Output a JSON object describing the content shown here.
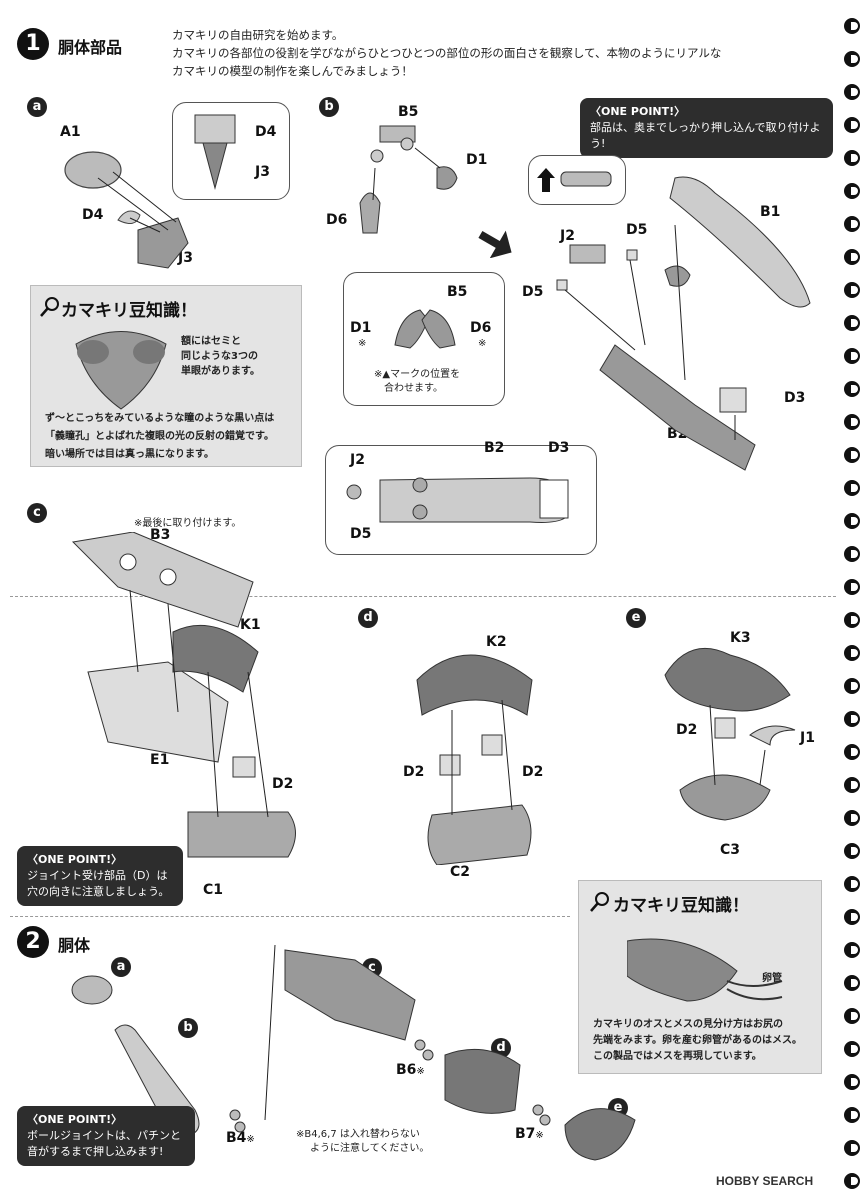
{
  "step1": {
    "num": "1",
    "title": "胴体部品"
  },
  "intro": [
    "カマキリの自由研究を始めます。",
    "カマキリの各部位の役割を学びながらひとつひとつの部位の形の面白さを観察して、本物のようにリアルな",
    "カマキリの模型の制作を楽しんでみましょう！"
  ],
  "sub": {
    "a": "a",
    "b": "b",
    "c": "c",
    "d": "d",
    "e": "e"
  },
  "labels": {
    "A1": "A1",
    "D4": "D4",
    "J3": "J3",
    "B5": "B5",
    "D1": "D1",
    "D6": "D6",
    "J2": "J2",
    "D5": "D5",
    "B1": "B1",
    "D3": "D3",
    "B2": "B2",
    "B3": "B3",
    "K1": "K1",
    "E1": "E1",
    "D2": "D2",
    "C1": "C1",
    "K2": "K2",
    "C2": "C2",
    "K3": "K3",
    "J1": "J1",
    "C3": "C3",
    "B4": "B4",
    "B6": "B6",
    "B7": "B7",
    "kome": "※",
    "egg": "卵管"
  },
  "onepoint_top": {
    "title": "〈ONE POINT!〉",
    "body": "部品は、奥までしっかり押し込んで取り付けよう!"
  },
  "onepoint_mid": {
    "title": "〈ONE POINT!〉",
    "l1": "ジョイント受け部品（D）は",
    "l2": "穴の向きに注意しましょう。"
  },
  "onepoint_bot": {
    "title": "〈ONE POINT!〉",
    "l1": "ボールジョイントは、パチンと",
    "l2": "音がするまで押し込みます!"
  },
  "trivia1": {
    "title": "カマキリ豆知識！",
    "side": [
      "額にはセミと",
      "同じような3つの",
      "単眼があります。"
    ],
    "body": [
      "ず～とこっちをみているような瞳のような黒い点は",
      "「義瞳孔」とよばれた複眼の光の反射の錯覚です。",
      "暗い場所では目は真っ黒になります。"
    ]
  },
  "trivia2": {
    "title": "カマキリ豆知識！",
    "body": [
      "カマキリのオスとメスの見分け方はお尻の",
      "先端をみます。卵を産む卵管があるのはメス。",
      "この製品ではメスを再現しています。"
    ]
  },
  "notes": {
    "align": [
      "※▲マークの位置を",
      "合わせます。"
    ],
    "last": "※最後に取り付けます。",
    "swap": [
      "※B4,6,7 は入れ替わらない",
      "ように注意してください。"
    ]
  },
  "step2": {
    "num": "2",
    "title": "胴体"
  },
  "watermark": "HOBBY SEARCH",
  "colors": {
    "accent": "#2d2d2d",
    "panel": "#e4e4e4"
  }
}
